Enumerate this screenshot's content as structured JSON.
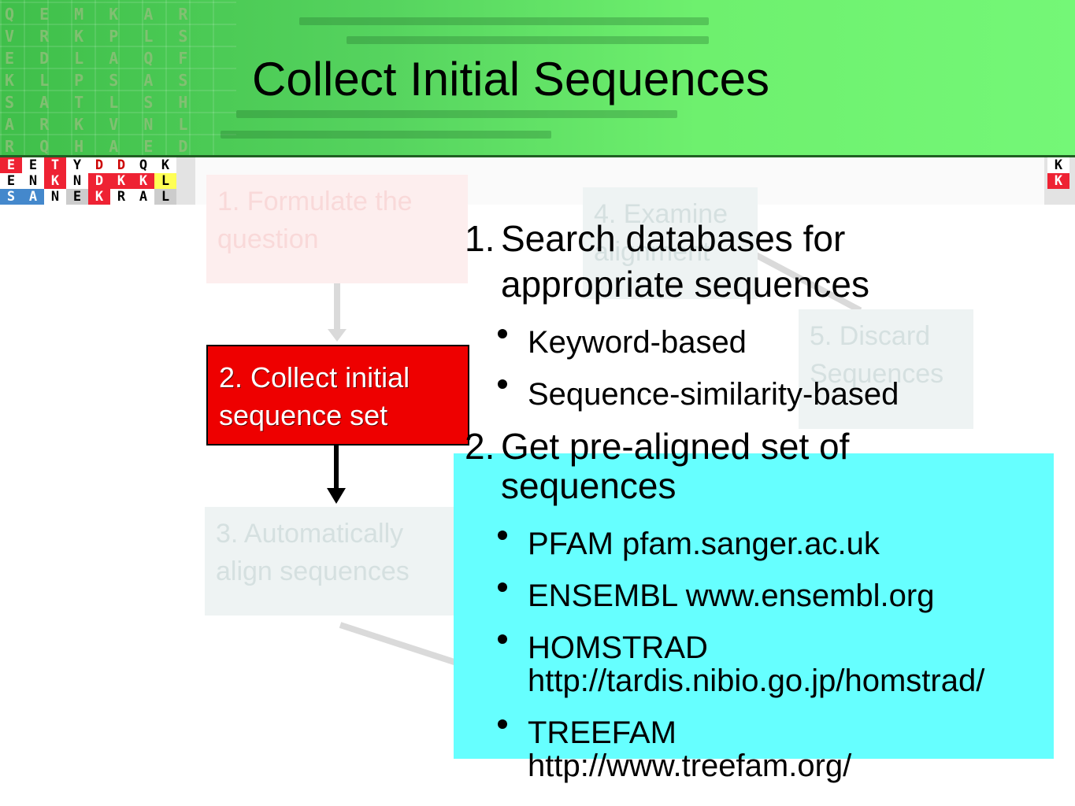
{
  "slide": {
    "title": "Collect Initial Sequences"
  },
  "colors": {
    "banner_green": "#74f777",
    "active_step": "#ee0000",
    "highlight_box": "#66ffff"
  },
  "workflow": {
    "steps": [
      {
        "label": "1. Formulate the question",
        "state": "faded"
      },
      {
        "label": "2. Collect initial sequence set",
        "state": "active"
      },
      {
        "label": "3. Automatically align sequences",
        "state": "faded"
      },
      {
        "label": "4. Examine alignment",
        "state": "faded"
      },
      {
        "label": "5. Discard Sequences",
        "state": "faded"
      }
    ]
  },
  "content": {
    "items": [
      {
        "number": "1.",
        "text": "Search databases for appropriate sequences",
        "bullets": [
          "Keyword-based",
          "Sequence-similarity-based"
        ]
      },
      {
        "number": "2.",
        "text": "Get pre-aligned set of sequences",
        "bullets": [
          "PFAM pfam.sanger.ac.uk",
          "ENSEMBL www.ensembl.org",
          "HOMSTRAD http://tardis.nibio.go.jp/homstrad/",
          "TREEFAM http://www.treefam.org/"
        ]
      }
    ]
  }
}
